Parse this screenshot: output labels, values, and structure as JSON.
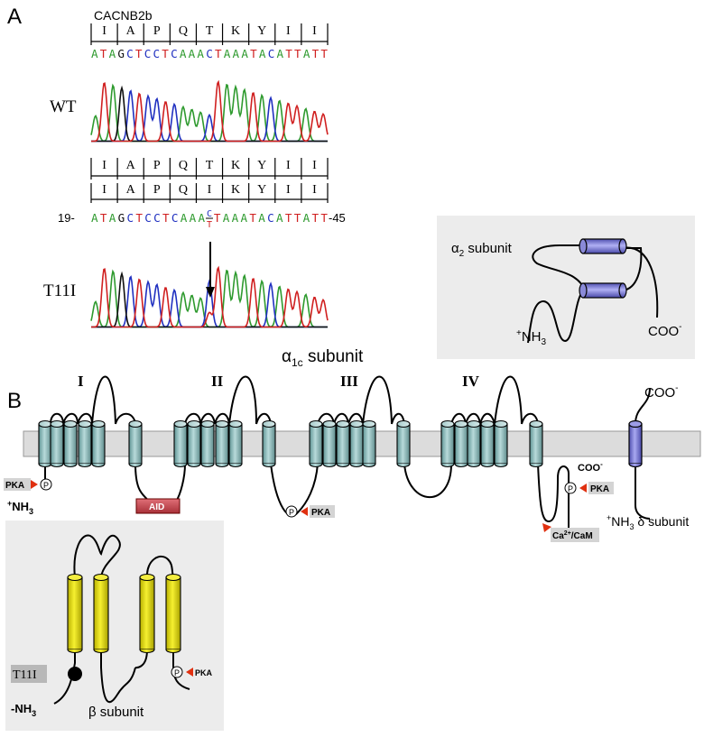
{
  "panel_a": {
    "label": "A",
    "gene_name": "CACNB2b",
    "wt": {
      "label": "WT",
      "amino_acids": [
        "I",
        "A",
        "P",
        "Q",
        "T",
        "K",
        "Y",
        "I",
        "I"
      ],
      "sequence": "ATAGCTCCTCAAACTAAATACATTATT"
    },
    "mutant": {
      "label": "T11I",
      "amino_acids_wt": [
        "I",
        "A",
        "P",
        "Q",
        "T",
        "K",
        "Y",
        "I",
        "I"
      ],
      "amino_acids_mut": [
        "I",
        "A",
        "P",
        "Q",
        "I",
        "K",
        "Y",
        "I",
        "I"
      ],
      "seq_start": "19-",
      "seq_end": "-45",
      "seq_prefix": "ATAGCTCCTCAAA",
      "het_top": "C",
      "het_bottom": "T",
      "seq_suffix": "TAAATACATTATT"
    },
    "base_colors": {
      "A": "#2e9a2e",
      "T": "#d02020",
      "G": "#101010",
      "C": "#2030c0"
    }
  },
  "panel_b": {
    "label": "B",
    "alpha1c": {
      "title_greek": "α",
      "title_sub": "1c",
      "title_rest": " subunit"
    },
    "domains": [
      "I",
      "II",
      "III",
      "IV"
    ],
    "aid_label": "AID",
    "pka_label": "PKA",
    "p_label": "P",
    "nh3_left": "NH",
    "nh3_left_sub": "3",
    "nh3_plus": "+",
    "coo_cterm": "COO",
    "coo_minus": "-",
    "cam_pre": "Ca",
    "cam_sup": "2+",
    "cam_post": "/CaM",
    "delta": {
      "coo": "COO",
      "coo_sup": "-",
      "nh_plus": "+",
      "nh": "NH",
      "nh_sub": "3",
      "rest": " δ subunit"
    },
    "alpha2": {
      "greek": "α",
      "sub": "2",
      "rest": " subunit",
      "coo": "COO",
      "coo_sup": "-",
      "nh_plus": "+",
      "nh": "NH",
      "nh_sub": "3"
    },
    "beta": {
      "label": "β subunit",
      "mutation": "T11I",
      "nh_minus": "-",
      "nh": "NH",
      "nh_sub": "3",
      "pka": "PKA",
      "p": "P"
    }
  },
  "colors": {
    "helix_teal": "#8fbcbc",
    "helix_purple": "#8080d8",
    "helix_yellow": "#e8e000",
    "membrane": "#dcdcdc",
    "aid_fill": "#c84850",
    "arrow_red": "#e03010",
    "inset_bg": "#ececec"
  }
}
